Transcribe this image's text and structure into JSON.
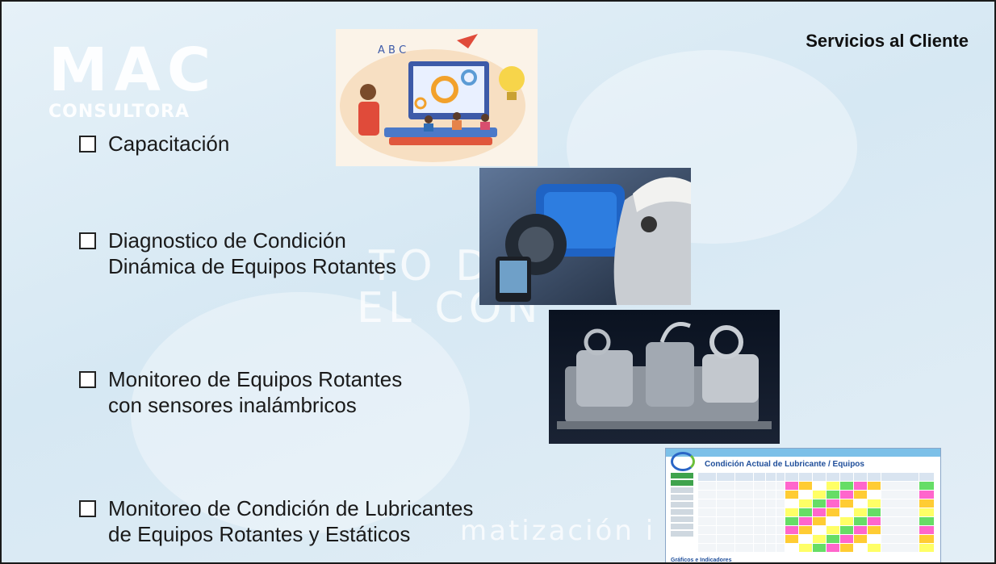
{
  "slide": {
    "title": "Servicios al Cliente",
    "watermark": {
      "logo_big": "MAC",
      "logo_small": "CONSULTORA",
      "phrase_1": "TO D",
      "phrase_2": "EL CON",
      "phrase_3": "matización i c"
    },
    "services": [
      {
        "label": "Capacitación"
      },
      {
        "label_line1": "Diagnostico de Condición",
        "label_line2": "Dinámica de Equipos Rotantes"
      },
      {
        "label_line1": "Monitoreo de Equipos Rotantes",
        "label_line2": "con sensores inalámbricos"
      },
      {
        "label_line1": "Monitoreo de Condición de Lubricantes",
        "label_line2": "de Equipos Rotantes y Estáticos"
      }
    ]
  },
  "report_screenshot": {
    "title": "Condición Actual de Lubricante / Equipos",
    "footer": "Gráficos e Indicadores",
    "status_colors": [
      "#ffff66",
      "#66dd66",
      "#ff66cc",
      "#ffcc33",
      "#ffffff"
    ]
  },
  "colors": {
    "background": "#dbeaf4",
    "text": "#1a1a1a",
    "report_accent": "#1f4e9a"
  }
}
